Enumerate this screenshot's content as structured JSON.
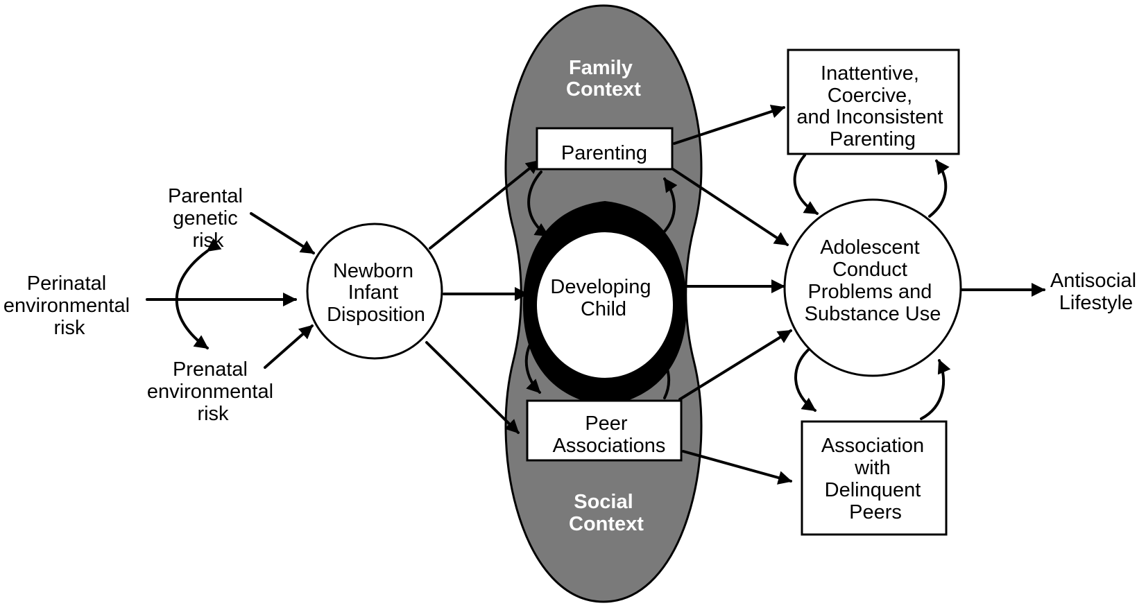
{
  "colors": {
    "background": "#ffffff",
    "ink": "#000000",
    "context_fill": "#7a7a7a",
    "context_text": "#ffffff"
  },
  "inputs": {
    "parental_genetic_risk": [
      "Parental",
      "genetic",
      "risk"
    ],
    "perinatal_environmental_risk": [
      "Perinatal",
      "environmental",
      "risk"
    ],
    "prenatal_environmental_risk": [
      "Prenatal",
      "environmental",
      "risk"
    ]
  },
  "nodes": {
    "newborn": [
      "Newborn",
      "Infant",
      "Disposition"
    ],
    "developing_child": [
      "Developing",
      "Child"
    ],
    "parenting": [
      "Parenting"
    ],
    "peer_associations": [
      "Peer",
      "Associations"
    ],
    "inattentive_parenting": [
      "Inattentive,",
      "Coercive,",
      "and Inconsistent",
      "Parenting"
    ],
    "adolescent": [
      "Adolescent",
      "Conduct",
      "Problems and",
      "Substance Use"
    ],
    "delinquent_peers": [
      "Association",
      "with",
      "Delinquent",
      "Peers"
    ],
    "antisocial": [
      "Antisocial",
      "Lifestyle"
    ]
  },
  "contexts": {
    "family": [
      "Family",
      "Context"
    ],
    "social": [
      "Social",
      "Context"
    ]
  }
}
